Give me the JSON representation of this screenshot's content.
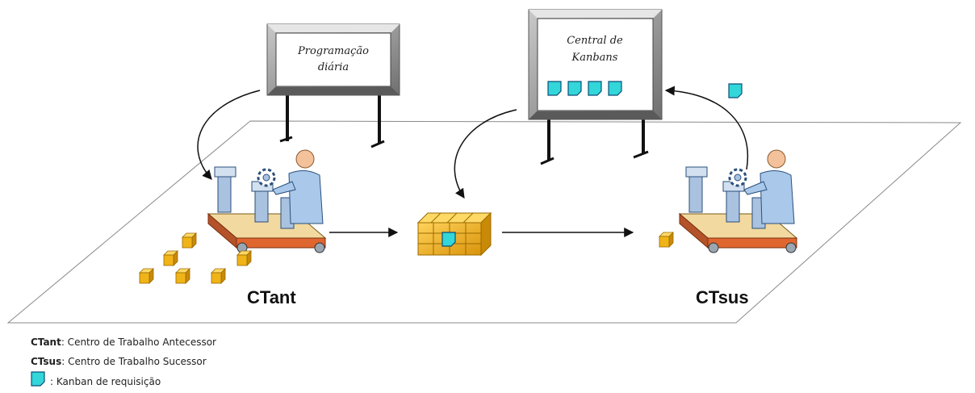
{
  "boards": {
    "daily": {
      "line1": "Programação",
      "line2": "diária"
    },
    "central": {
      "line1": "Central de",
      "line2": "Kanbans"
    }
  },
  "stations": {
    "predecessor": "CTant",
    "successor": "CTsus"
  },
  "legend": {
    "ctant_key": "CTant",
    "ctant_desc": ": Centro de Trabalho Antecessor",
    "ctsus_key": "CTsus",
    "ctsus_desc": ": Centro de Trabalho Sucessor",
    "kanban_desc": ": Kanban de requisição"
  },
  "colors": {
    "kanban": "#33d6d9",
    "box": "#f0b419",
    "board_frame": "#8c8c8c",
    "belt": "#e0662f",
    "worker": "#f3c19a"
  }
}
